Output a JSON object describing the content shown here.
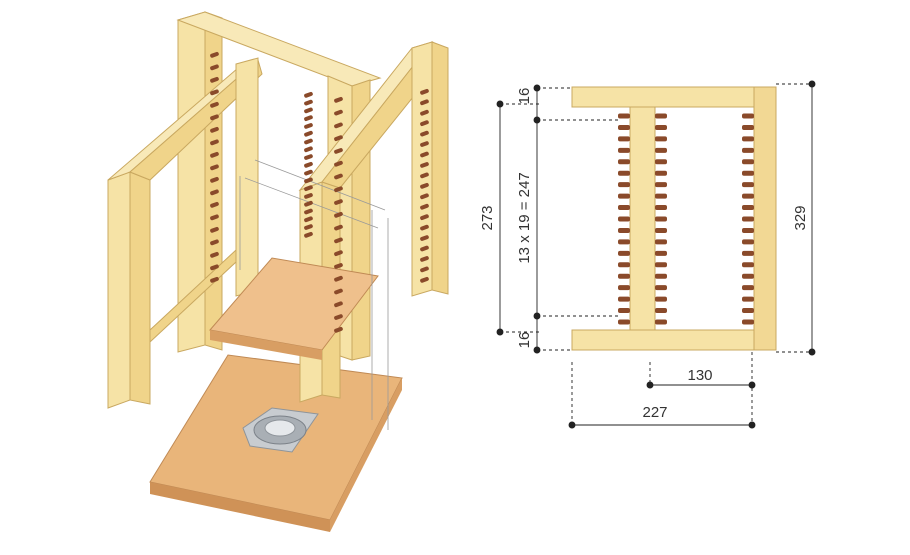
{
  "colors": {
    "wood_light": "#f6e3a6",
    "wood_mid": "#f0d48a",
    "wood_edge": "#c9a860",
    "base": "#e9b57a",
    "base_dark": "#cf9257",
    "shelf": "#efc08c",
    "peg": "#8a4a2a",
    "swivel": "#c8ccd0",
    "dim_line": "#222222"
  },
  "icons": {
    "swivel_plate": "swivel-bearing-icon"
  },
  "dimensions": {
    "top_board": "16",
    "bottom_board": "16",
    "inner_height": "13 x 19 = 247",
    "overall_inner": "273",
    "total_height": "329",
    "peg_span": "130",
    "total_width": "227"
  },
  "drawing": {
    "peg_rows": 19
  }
}
